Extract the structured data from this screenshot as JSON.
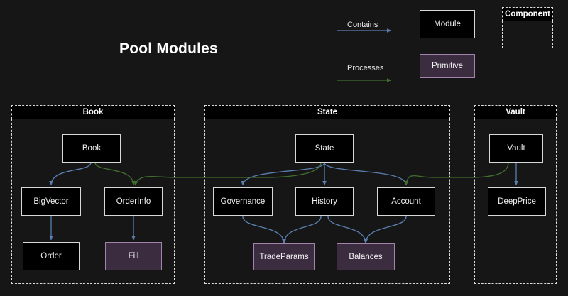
{
  "diagram": {
    "title": "Pool Modules",
    "background_color": "#161616",
    "edge_colors": {
      "contains": "#5b7fb0",
      "processes": "#41702e"
    },
    "node_colors": {
      "module_fill": "#000000",
      "module_border": "#d8d8d8",
      "primitive_fill": "#3b2c40",
      "primitive_border": "#a183ad",
      "cluster_border": "#dcdcdc",
      "text": "#f2f2f2"
    }
  },
  "legend": {
    "contains_label": "Contains",
    "processes_label": "Processes",
    "module_label": "Module",
    "primitive_label": "Primitive",
    "component_label": "Component"
  },
  "clusters": [
    {
      "id": "book",
      "label": "Book"
    },
    {
      "id": "state",
      "label": "State"
    },
    {
      "id": "vault",
      "label": "Vault"
    }
  ],
  "nodes": [
    {
      "id": "book",
      "label": "Book",
      "type": "module",
      "cluster": "book"
    },
    {
      "id": "bigvector",
      "label": "BigVector",
      "type": "module",
      "cluster": "book"
    },
    {
      "id": "orderinfo",
      "label": "OrderInfo",
      "type": "module",
      "cluster": "book"
    },
    {
      "id": "order",
      "label": "Order",
      "type": "module",
      "cluster": "book"
    },
    {
      "id": "fill",
      "label": "Fill",
      "type": "primitive",
      "cluster": "book"
    },
    {
      "id": "state",
      "label": "State",
      "type": "module",
      "cluster": "state"
    },
    {
      "id": "governance",
      "label": "Governance",
      "type": "module",
      "cluster": "state"
    },
    {
      "id": "history",
      "label": "History",
      "type": "module",
      "cluster": "state"
    },
    {
      "id": "account",
      "label": "Account",
      "type": "module",
      "cluster": "state"
    },
    {
      "id": "tradeparams",
      "label": "TradeParams",
      "type": "primitive",
      "cluster": "state"
    },
    {
      "id": "balances",
      "label": "Balances",
      "type": "primitive",
      "cluster": "state"
    },
    {
      "id": "vault",
      "label": "Vault",
      "type": "module",
      "cluster": "vault"
    },
    {
      "id": "deepprice",
      "label": "DeepPrice",
      "type": "module",
      "cluster": "vault"
    }
  ],
  "edges": [
    {
      "from": "book",
      "to": "bigvector",
      "type": "contains"
    },
    {
      "from": "bigvector",
      "to": "order",
      "type": "contains"
    },
    {
      "from": "orderinfo",
      "to": "fill",
      "type": "contains"
    },
    {
      "from": "state",
      "to": "governance",
      "type": "contains"
    },
    {
      "from": "state",
      "to": "history",
      "type": "contains"
    },
    {
      "from": "state",
      "to": "account",
      "type": "contains"
    },
    {
      "from": "governance",
      "to": "tradeparams",
      "type": "contains"
    },
    {
      "from": "history",
      "to": "tradeparams",
      "type": "contains"
    },
    {
      "from": "history",
      "to": "balances",
      "type": "contains"
    },
    {
      "from": "account",
      "to": "balances",
      "type": "contains"
    },
    {
      "from": "vault",
      "to": "deepprice",
      "type": "contains"
    },
    {
      "from": "book",
      "to": "orderinfo",
      "type": "processes"
    },
    {
      "from": "state",
      "to": "orderinfo",
      "type": "processes"
    },
    {
      "from": "vault",
      "to": "account",
      "type": "processes"
    }
  ]
}
